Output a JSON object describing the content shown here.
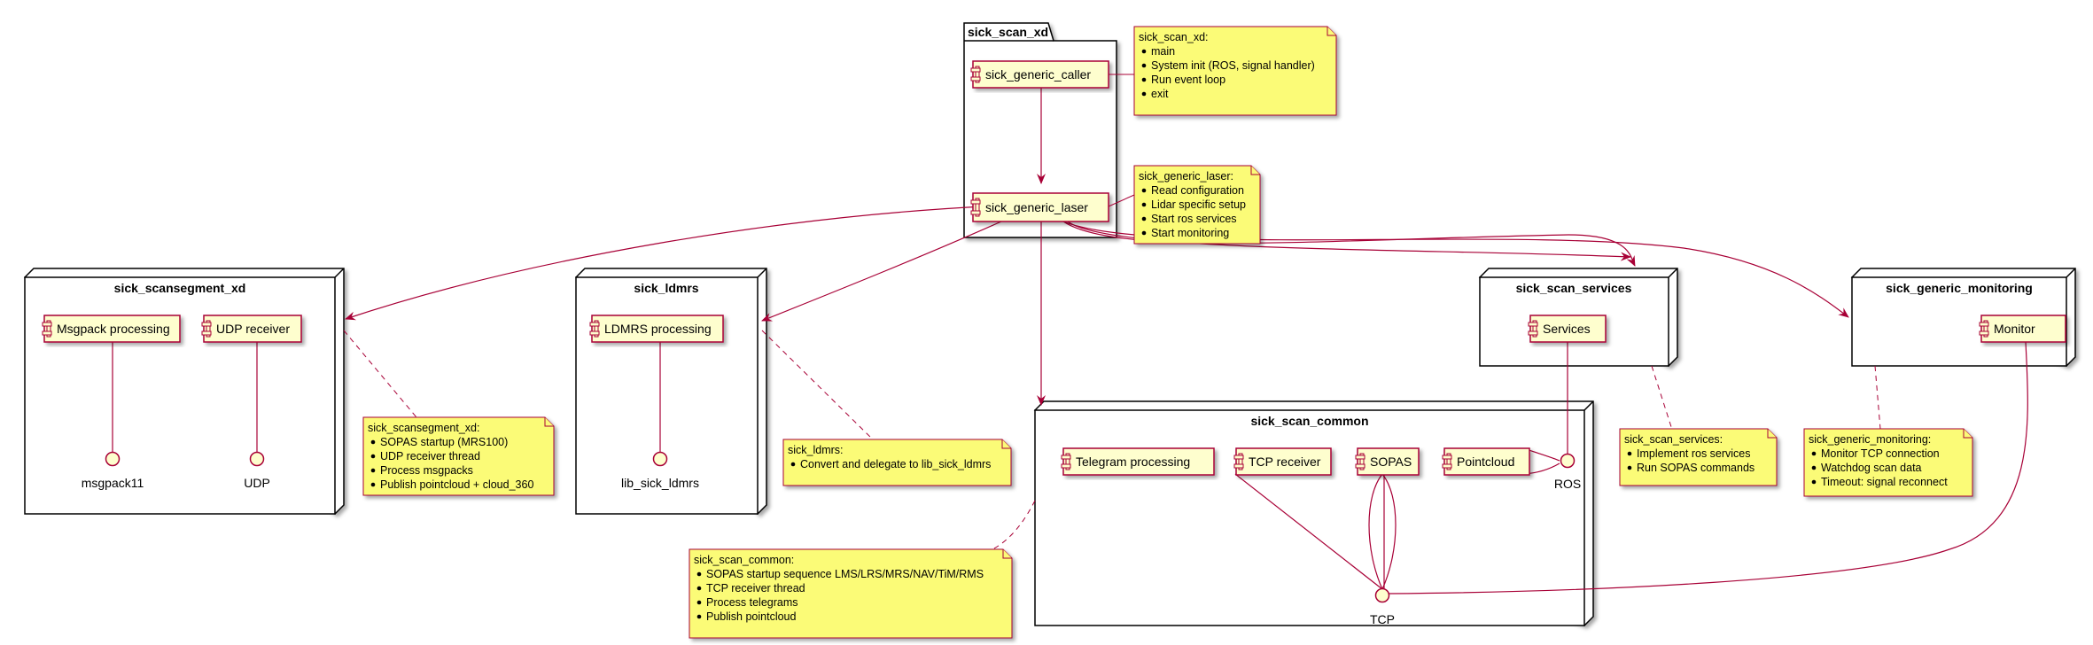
{
  "diagram": {
    "package": {
      "title": "sick_scan_xd"
    },
    "components": {
      "caller": "sick_generic_caller",
      "laser": "sick_generic_laser",
      "msgpack": "Msgpack processing",
      "udp_receiver": "UDP receiver",
      "ldmrs": "LDMRS processing",
      "services": "Services",
      "monitor": "Monitor",
      "telegram": "Telegram processing",
      "tcp_receiver": "TCP receiver",
      "sopas": "SOPAS",
      "pointcloud": "Pointcloud"
    },
    "nodes": {
      "scansegment": "sick_scansegment_xd",
      "ldmrs": "sick_ldmrs",
      "services": "sick_scan_services",
      "monitoring": "sick_generic_monitoring",
      "common": "sick_scan_common"
    },
    "interfaces": {
      "msgpack11": "msgpack11",
      "udp": "UDP",
      "lib_sick_ldmrs": "lib_sick_ldmrs",
      "ros": "ROS",
      "tcp": "TCP"
    },
    "notes": {
      "xd": {
        "title": "sick_scan_xd:",
        "bullets": [
          "main",
          "System init (ROS, signal handler)",
          "Run event loop",
          "exit"
        ]
      },
      "laser": {
        "title": "sick_generic_laser:",
        "bullets": [
          "Read configuration",
          "Lidar specific setup",
          "Start ros services",
          "Start monitoring"
        ]
      },
      "scansegment": {
        "title": "sick_scansegment_xd:",
        "bullets": [
          "SOPAS startup (MRS100)",
          "UDP receiver thread",
          "Process msgpacks",
          "Publish pointcloud + cloud_360"
        ]
      },
      "ldmrs": {
        "title": "sick_ldmrs:",
        "bullets": [
          "Convert and delegate to lib_sick_ldmrs"
        ]
      },
      "common": {
        "title": "sick_scan_common:",
        "bullets": [
          "SOPAS startup sequence LMS/LRS/MRS/NAV/TiM/RMS",
          "TCP receiver thread",
          "Process telegrams",
          "Publish pointcloud"
        ]
      },
      "services": {
        "title": "sick_scan_services:",
        "bullets": [
          "Implement ros services",
          "Run SOPAS commands"
        ]
      },
      "monitoring": {
        "title": "sick_generic_monitoring:",
        "bullets": [
          "Monitor TCP connection",
          "Watchdog scan data",
          "Timeout: signal reconnect"
        ]
      }
    },
    "colors": {
      "component_fill": "#FEFECE",
      "note_fill": "#FBFB77",
      "arrow": "#A80036",
      "border": "#000000"
    }
  }
}
